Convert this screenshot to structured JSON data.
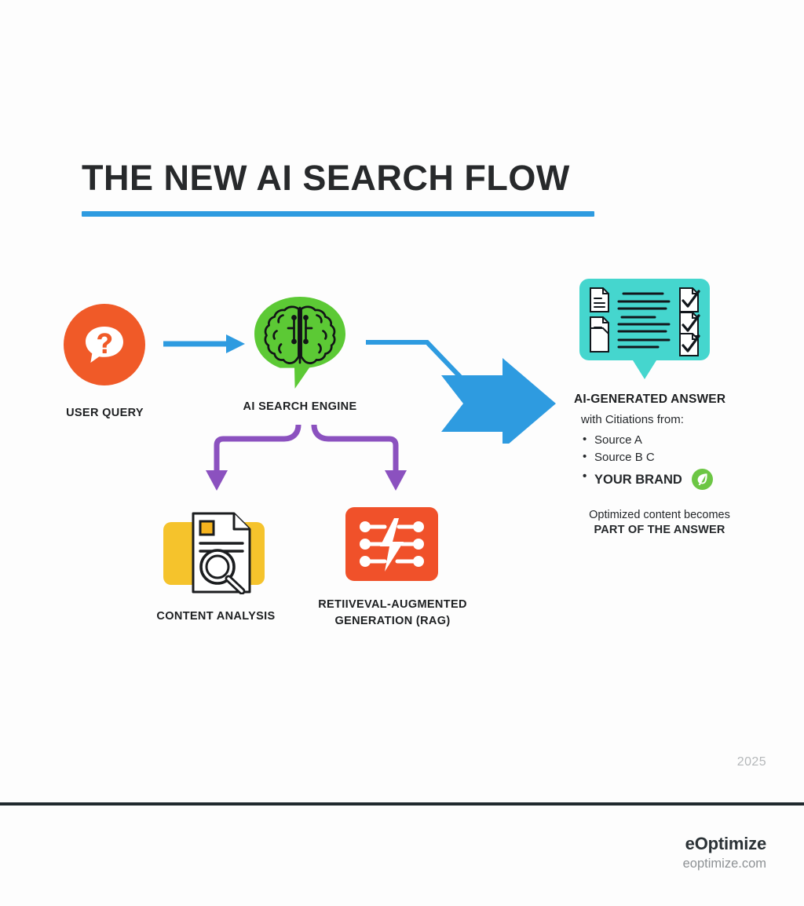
{
  "page": {
    "title": "THE NEW AI SEARCH FLOW",
    "background_color": "#fdfdfd",
    "accent_color": "#2e9be0",
    "year": "2025"
  },
  "nodes": {
    "user_query": {
      "label": "USER QUERY",
      "icon": "question-speech-bubble-icon",
      "color": "#f05a28"
    },
    "ai_search_engine": {
      "label": "AI SEARCH ENGINE",
      "icon": "brain-speech-bubble-icon",
      "color": "#5cc935"
    },
    "content_analysis": {
      "label": "CONTENT ANALYSIS",
      "icon": "document-magnifier-icon",
      "color": "#f5c32c"
    },
    "rag": {
      "label": "RETIIVEVAL-AUGMENTED GENERATION (RAG)",
      "label_line1": "RETIIVEVAL-AUGMENTED",
      "label_line2": "GENERATION (RAG)",
      "icon": "lightning-network-icon",
      "color": "#f0512a"
    },
    "answer_bubble": {
      "icon": "answer-documents-checklist-bubble-icon",
      "color": "#45d6ce"
    }
  },
  "answer": {
    "heading": "AI-GENERATED ANSWER",
    "subheading": "with Citiations from:",
    "citations": [
      {
        "text": "Source A",
        "highlight": false
      },
      {
        "text": "Source B C",
        "highlight": false
      },
      {
        "text": "YOUR BRAND",
        "highlight": true,
        "badge": "green-leaf-badge-icon"
      }
    ],
    "note_line1": "Optimized content becomes",
    "note_line2": "PART OF THE ANSWER"
  },
  "connectors": {
    "query_to_engine": {
      "type": "straight-arrow",
      "color": "#2e9be0"
    },
    "engine_to_answer": {
      "type": "elbow-big-arrow",
      "color": "#2e9be0"
    },
    "engine_split": {
      "type": "split-down-arrows",
      "color": "#8b51bf"
    }
  },
  "footer": {
    "brand": "eOptimize",
    "url": "eoptimize.com"
  }
}
